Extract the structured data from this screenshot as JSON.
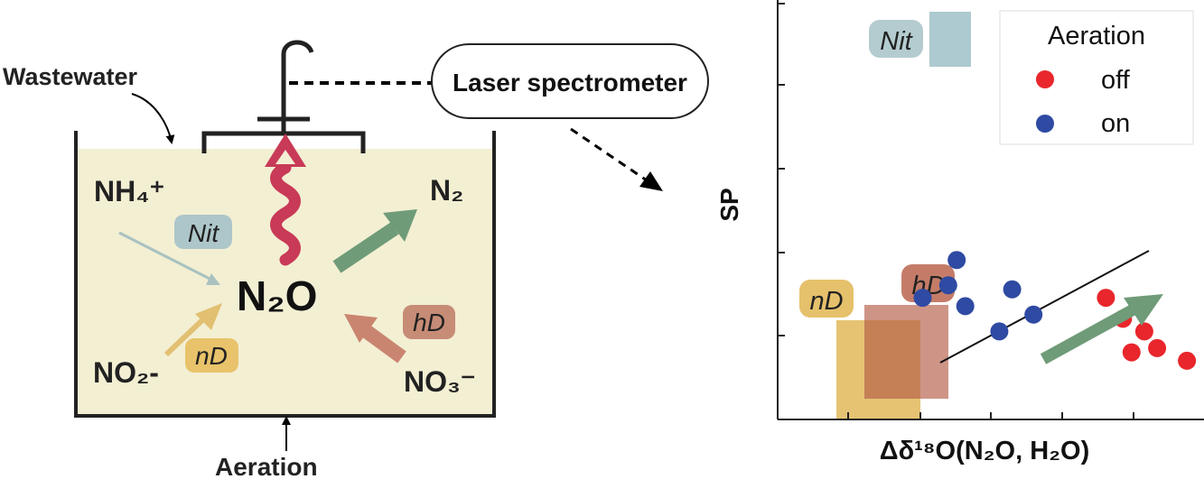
{
  "tank": {
    "wastewater_label": "Wastewater",
    "aeration_label": "Aeration",
    "species": {
      "nh4": "NH₄⁺",
      "no2": "NO₂-",
      "no3": "NO₃⁻",
      "n2": "N₂",
      "n2o": "N₂O"
    },
    "pathways": {
      "nit": "Nit",
      "nd": "nD",
      "hd": "hD"
    }
  },
  "instrument": {
    "label": "Laser spectrometer"
  },
  "plot": {
    "ylabel": "SP",
    "xlabel": "Δδ¹⁸O(N₂O, H₂O)",
    "legend": {
      "title": "Aeration",
      "off": "off",
      "on": "on"
    },
    "region_labels": {
      "nit": "Nit",
      "nd": "nD",
      "hd": "hD"
    },
    "colors": {
      "off": "#e8262b",
      "on": "#2f4aa3",
      "nit": "#9fc1c8",
      "nd": "#e2b85a",
      "hd": "#c07a64",
      "trend_arrow": "#6f9b78"
    }
  },
  "chart_data": {
    "type": "scatter",
    "series": [
      {
        "name": "off",
        "points": [
          [
            0.86,
            0.79
          ],
          [
            0.77,
            0.71
          ],
          [
            0.81,
            0.76
          ],
          [
            0.96,
            0.86
          ],
          [
            0.89,
            0.83
          ],
          [
            0.83,
            0.84
          ]
        ]
      },
      {
        "name": "on",
        "points": [
          [
            0.6,
            0.75
          ],
          [
            0.52,
            0.79
          ],
          [
            0.44,
            0.73
          ],
          [
            0.55,
            0.69
          ],
          [
            0.42,
            0.62
          ],
          [
            0.4,
            0.68
          ],
          [
            0.34,
            0.71
          ]
        ]
      }
    ],
    "xlabel": "Δδ¹⁸O(N₂O, H₂O)",
    "ylabel": "SP",
    "legend": "top-right"
  }
}
